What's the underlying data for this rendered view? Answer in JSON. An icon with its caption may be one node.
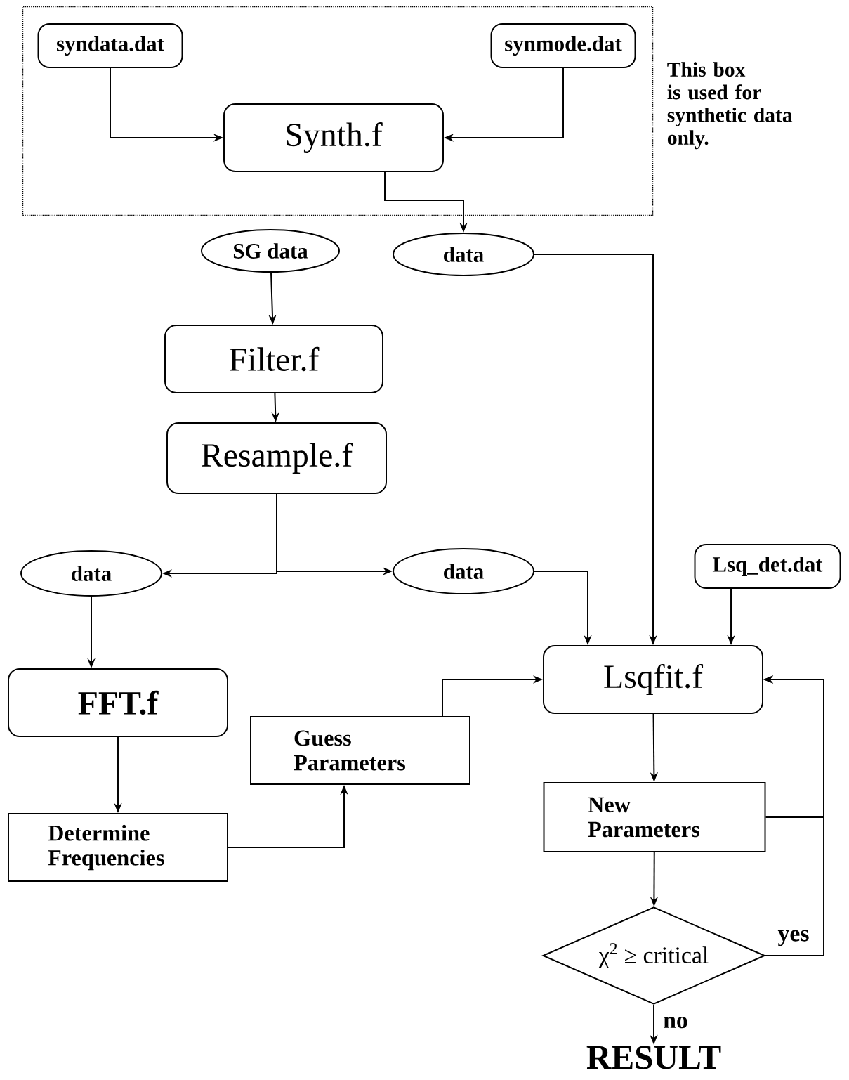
{
  "diagram": {
    "nodes": [
      {
        "text": [],
        "shape": "box",
        "beside": [
          "This box is used for synthetic data only."
        ]
      },
      {
        "text": [
          "syndata.dat"
        ],
        "in": 0
      },
      {
        "text": [
          "synmode.dat"
        ],
        "in": 0
      },
      {
        "text": [
          "Synth.f"
        ],
        "in": 0
      },
      {
        "text": [
          "SG data"
        ]
      },
      {
        "text": [
          "data"
        ]
      },
      {
        "text": [
          "Filter.f"
        ]
      },
      {
        "text": [
          "Resample.f"
        ]
      },
      {
        "text": [
          "data"
        ]
      },
      {
        "text": [
          "data"
        ]
      },
      {
        "text": [
          "Lsq_det.dat"
        ]
      },
      {
        "text": [
          "FFT.f"
        ]
      },
      {
        "text": [
          "Guess Parameters"
        ]
      },
      {
        "text": [
          "Lsqfit.f"
        ]
      },
      {
        "text": [
          "Determine Frequencies"
        ]
      },
      {
        "text": [
          "New Parameters"
        ]
      },
      {
        "text": [
          "χ$^{2}$ ≥ critical"
        ]
      },
      {
        "text": [
          "RESULT"
        ]
      }
    ],
    "edges": [
      {
        "from": 1,
        "to": 3,
        "arrow": "to"
      },
      {
        "from": 2,
        "to": 3,
        "arrow": "to"
      },
      {
        "from": 3,
        "to": 5,
        "arrow": "to"
      },
      {
        "from": 4,
        "to": 6,
        "arrow": "to"
      },
      {
        "from": 6,
        "to": 7,
        "arrow": "to"
      },
      {
        "from": 7,
        "to": 8,
        "arrow": "to"
      },
      {
        "from": 7,
        "to": 9,
        "arrow": "to"
      },
      {
        "from": 5,
        "to": 13,
        "arrow": "to"
      },
      {
        "from": 9,
        "to": 13,
        "arrow": "to"
      },
      {
        "from": 10,
        "to": 13,
        "arrow": "to"
      },
      {
        "from": 8,
        "to": 11,
        "arrow": "to"
      },
      {
        "from": 11,
        "to": 14,
        "arrow": "to"
      },
      {
        "from": 14,
        "to": 12,
        "arrow": "to"
      },
      {
        "from": 12,
        "to": 13,
        "arrow": "to"
      },
      {
        "from": 13,
        "to": 15,
        "arrow": "to"
      },
      {
        "from": 15,
        "to": 13,
        "arrow": "to"
      },
      {
        "from": 16,
        "to": 13,
        "arrow": "to",
        "label": "yes"
      },
      {
        "from": 15,
        "to": 16,
        "arrow": "to"
      },
      {
        "from": 16,
        "to": 17,
        "arrow": "to",
        "label": "no"
      }
    ]
  }
}
